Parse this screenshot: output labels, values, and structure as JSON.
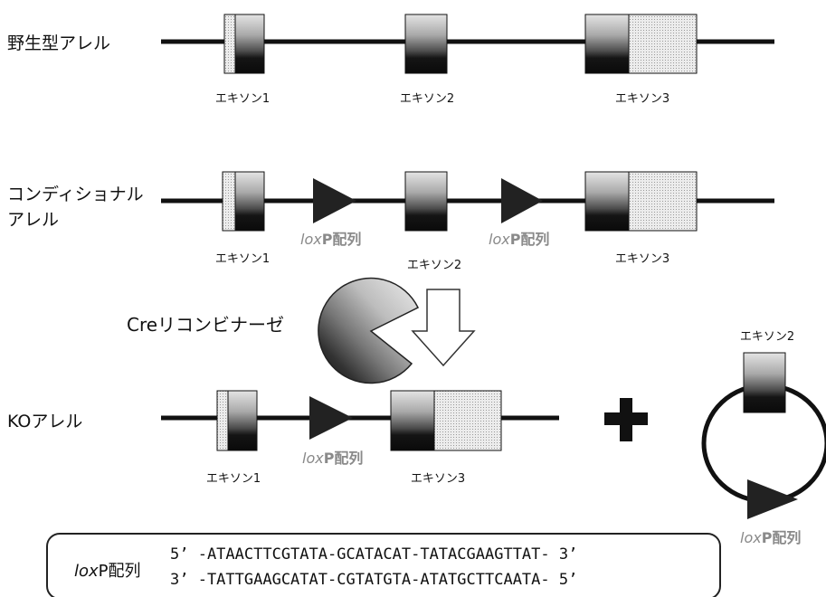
{
  "rows": {
    "wildtype": "野生型アレル",
    "conditional_line1": "コンディショナル",
    "conditional_line2": "アレル",
    "ko": "KOアレル"
  },
  "exons": {
    "exon1": "エキソン1",
    "exon2": "エキソン2",
    "exon3": "エキソン3"
  },
  "loxp_label": {
    "italic_part": "lox",
    "rest": "P配列"
  },
  "enzyme_label": "Creリコンビナーゼ",
  "sequence_box": {
    "title_italic": "lox",
    "title_rest": "P配列",
    "line1": "5’ -ATAACTTCGTATA-GCATACAT-TATACGAAGTTAT- 3’",
    "line2": "3’ -TATTGAAGCATAT-CGTATGTA-ATATGCTTCAATA- 5’"
  },
  "colors": {
    "line": "#111111",
    "loxp": "#222222",
    "utr_fill": "#d8d8d8",
    "arrow_outline": "#333333"
  }
}
